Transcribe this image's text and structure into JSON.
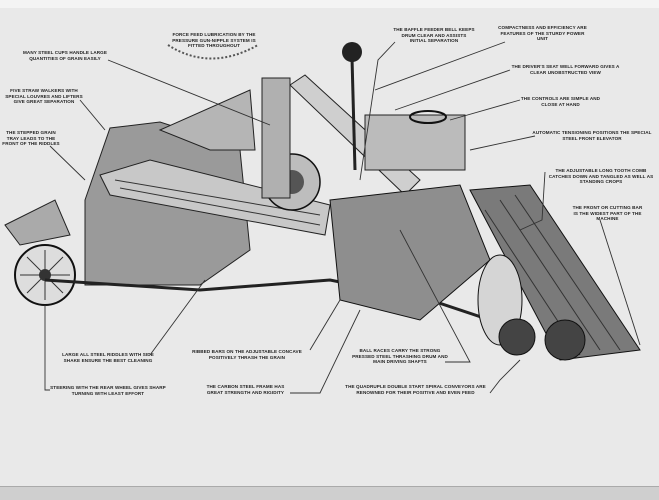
{
  "labels": {
    "lubrication": "Force feed lubrication by the pressure gun-nipple system is fitted throughout",
    "steel_cups": "Many steel cups handle large quantities of grain easily",
    "straw_walkers": "Five straw walkers with special louvres and lifters give great separation",
    "grain_tray": "The stepped grain tray leads to the front of the riddles",
    "baffle_feeder": "The baffle feeder bell keeps drum clear and assists initial separation",
    "power_unit": "Compactness and efficiency are features of the sturdy power unit",
    "drivers_seat": "The driver's seat well forward gives a clear unobstructed view",
    "controls": "The controls are simple and close at hand",
    "elevator": "Automatic tensioning positions the special steel front elevator",
    "comb": "The adjustable long tooth comb catches down and tangled as well as standing crops",
    "cutting_bar": "The front or cutting bar is the widest part of the machine",
    "riddles": "Large all steel riddles with side shake ensure the best cleaning",
    "concave": "Ribbed bars on the adjustable concave positively thrash the grain",
    "steering": "Steering with the rear wheel gives sharp turning with least effort",
    "frame": "The carbon steel frame has great strength and rigidity",
    "ball_races": "Ball races carry the strong pressed steel thrashing drum and main driving shafts",
    "conveyors": "The quadruple double start spiral conveyors are renowned for their positive and even feed"
  }
}
